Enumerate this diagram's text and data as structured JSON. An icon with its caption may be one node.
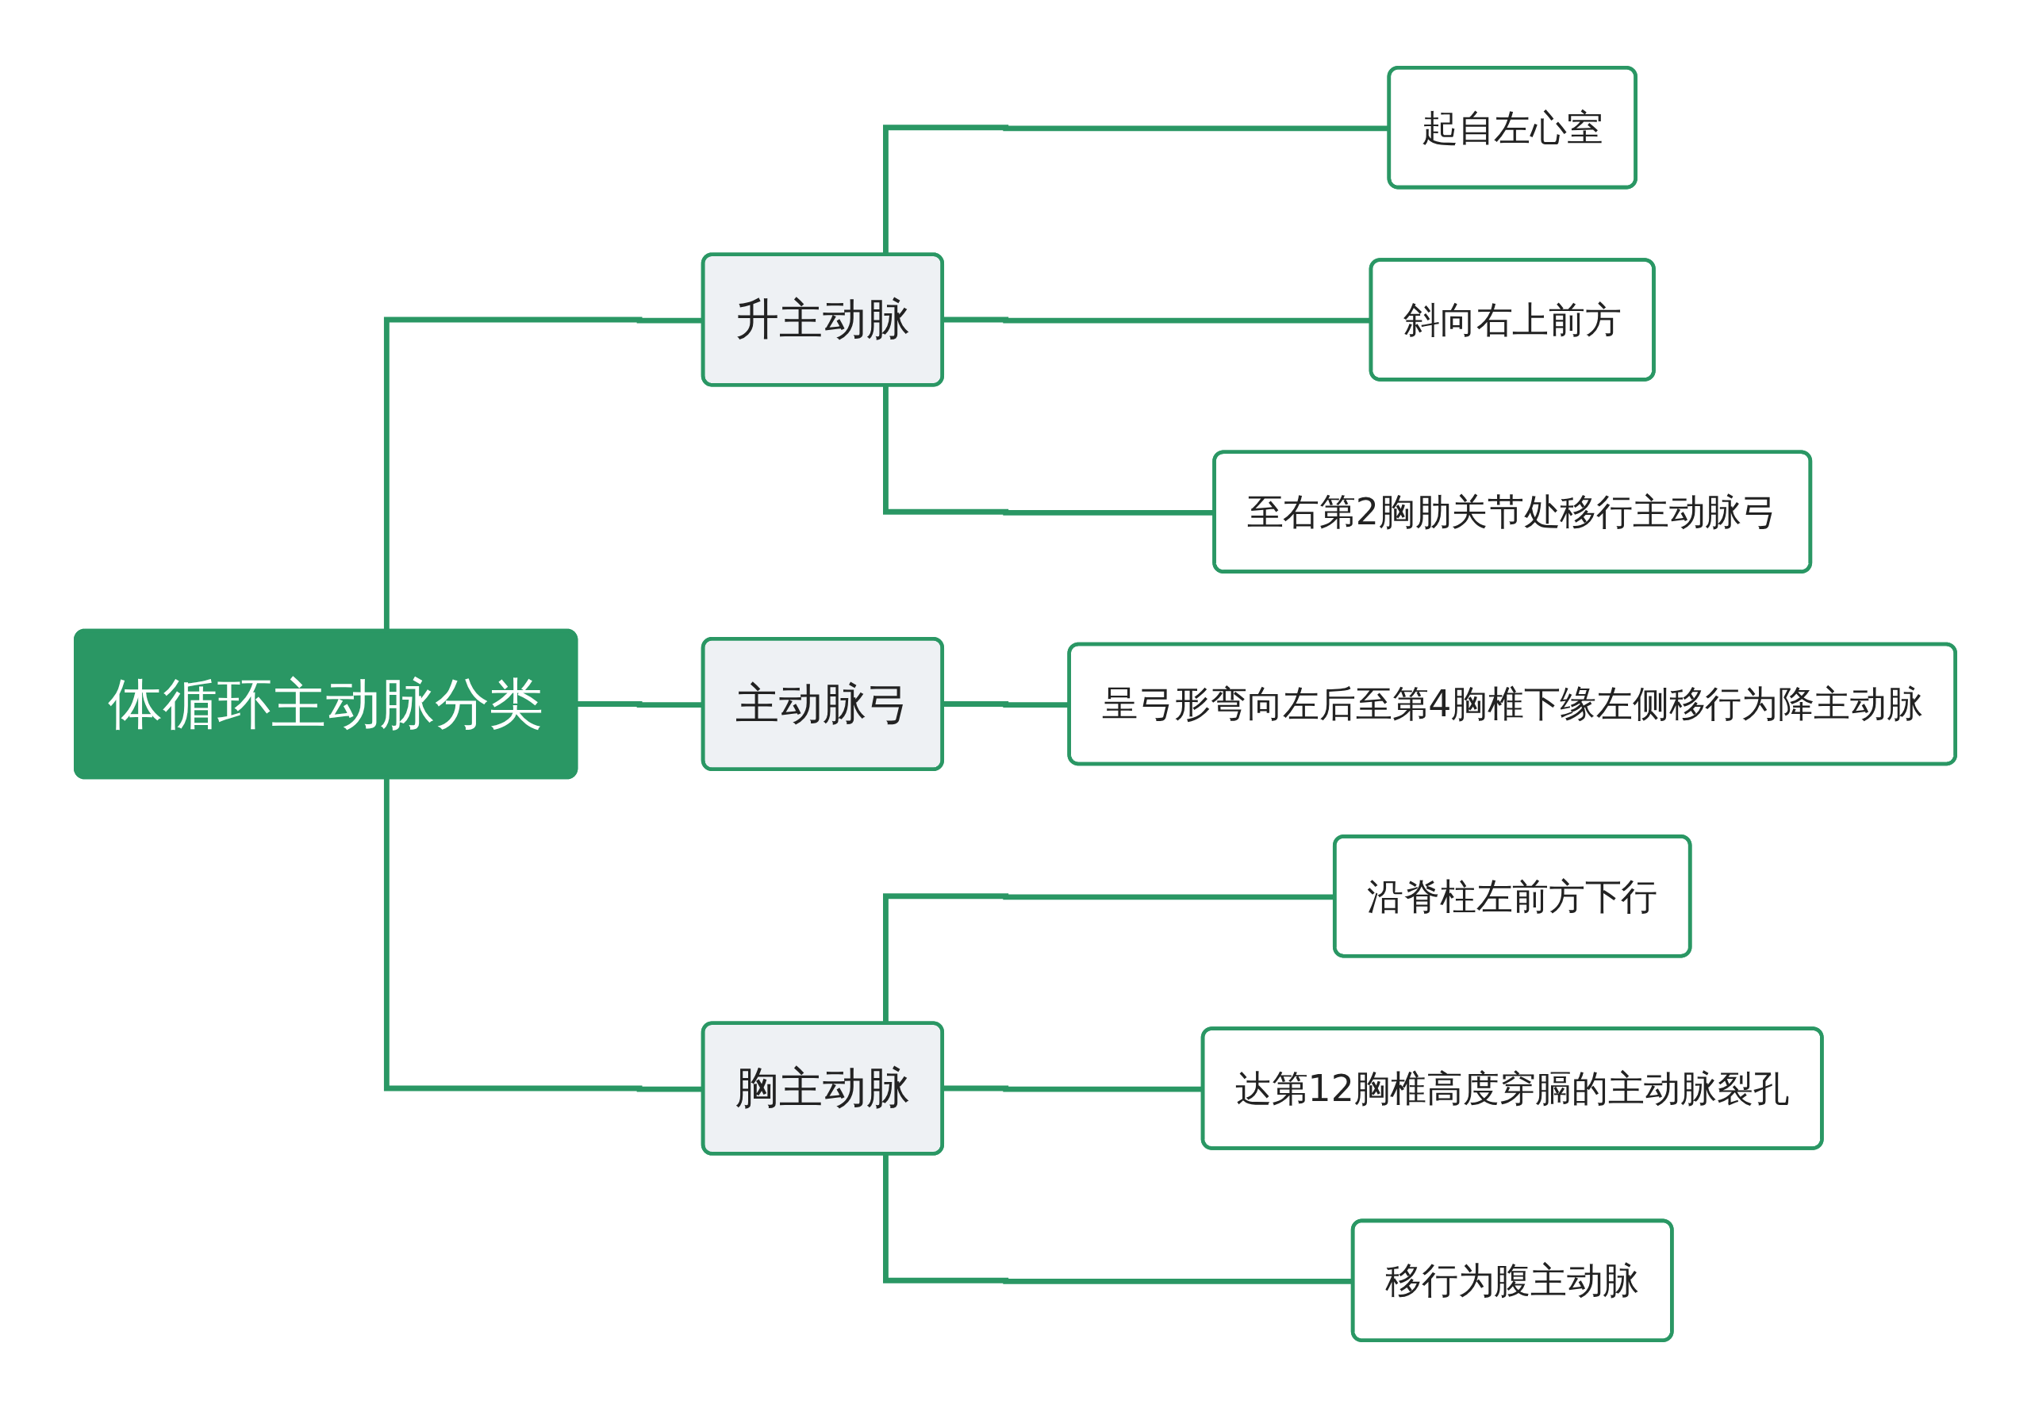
{
  "diagram": {
    "nodes": [
      {
        "text": [
          "体循环主动脉分类"
        ]
      },
      {
        "text": [
          "升主动脉"
        ]
      },
      {
        "text": [
          "起自左心室"
        ]
      },
      {
        "text": [
          "斜向右上前方"
        ]
      },
      {
        "text": [
          "至右第2胸肋关节处移行主动脉弓"
        ]
      },
      {
        "text": [
          "主动脉弓"
        ]
      },
      {
        "text": [
          "呈弓形弯向左后至第4胸椎下缘左侧移行为降主动脉"
        ]
      },
      {
        "text": [
          "胸主动脉"
        ]
      },
      {
        "text": [
          "沿脊柱左前方下行"
        ]
      },
      {
        "text": [
          "达第12胸椎高度穿膈的主动脉裂孔"
        ]
      },
      {
        "text": [
          "移行为腹主动脉"
        ]
      }
    ],
    "edges": [
      {
        "from": 0,
        "to": 1,
        "arrow": "none"
      },
      {
        "from": 1,
        "to": 2,
        "arrow": "none"
      },
      {
        "from": 1,
        "to": 3,
        "arrow": "none"
      },
      {
        "from": 1,
        "to": 4,
        "arrow": "none"
      },
      {
        "from": 0,
        "to": 5,
        "arrow": "none"
      },
      {
        "from": 5,
        "to": 6,
        "arrow": "none"
      },
      {
        "from": 0,
        "to": 7,
        "arrow": "none"
      },
      {
        "from": 7,
        "to": 8,
        "arrow": "none"
      },
      {
        "from": 7,
        "to": 9,
        "arrow": "none"
      },
      {
        "from": 7,
        "to": 10,
        "arrow": "none"
      }
    ]
  }
}
